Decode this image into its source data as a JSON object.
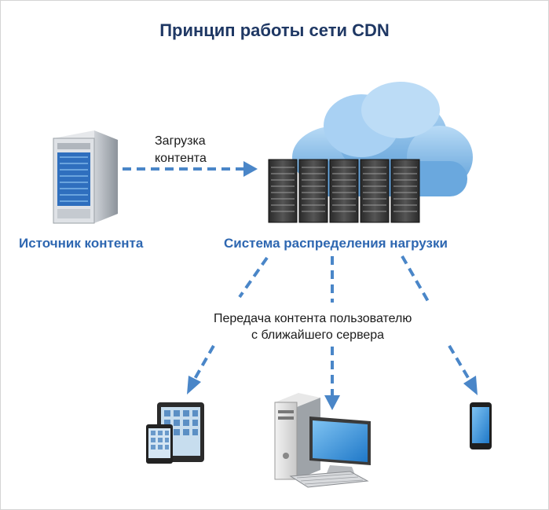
{
  "title": "Принцип работы сети CDN",
  "labels": {
    "source": "Источник контента",
    "system": "Система распределения нагрузки",
    "upload_line1": "Загрузка",
    "upload_line2": "контента",
    "delivery_line1": "Передача контента пользователю",
    "delivery_line2": "с ближайшего сервера"
  },
  "colors": {
    "title": "#1f3864",
    "label_blue": "#2e67b1",
    "arrow": "#4a86c8",
    "cloud": "#8fc0ea"
  },
  "icons": [
    "server-tower-icon",
    "server-rack-icon",
    "cloud-icon",
    "tablet-icon",
    "desktop-computer-icon",
    "smartphone-icon"
  ]
}
